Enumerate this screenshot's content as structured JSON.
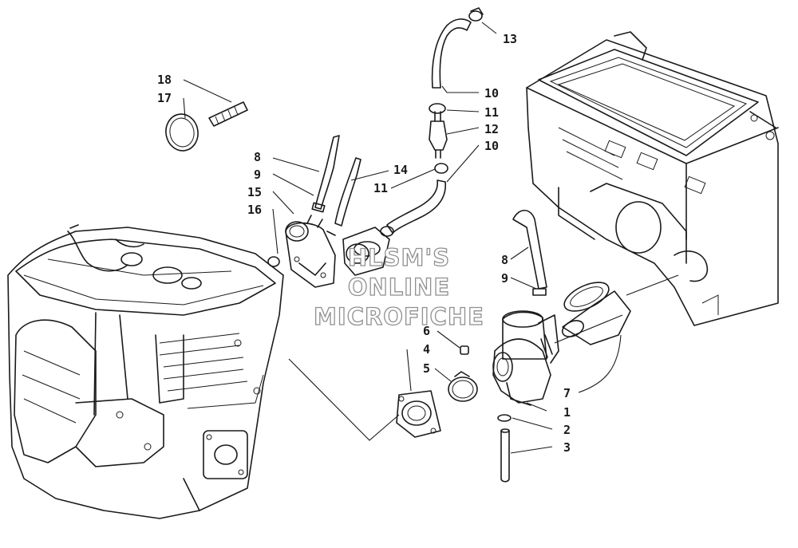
{
  "watermark": {
    "line1": "HLSM'S",
    "line2": "ONLINE",
    "line3": "MICROFICHE"
  },
  "callouts": {
    "c1": "1",
    "c2": "2",
    "c3": "3",
    "c4": "4",
    "c5": "5",
    "c6": "6",
    "c7": "7",
    "c8a": "8",
    "c8b": "8",
    "c9a": "9",
    "c9b": "9",
    "c10a": "10",
    "c10b": "10",
    "c11a": "11",
    "c11b": "11",
    "c12": "12",
    "c13": "13",
    "c14": "14",
    "c15": "15",
    "c16": "16",
    "c17": "17",
    "c18": "18"
  }
}
